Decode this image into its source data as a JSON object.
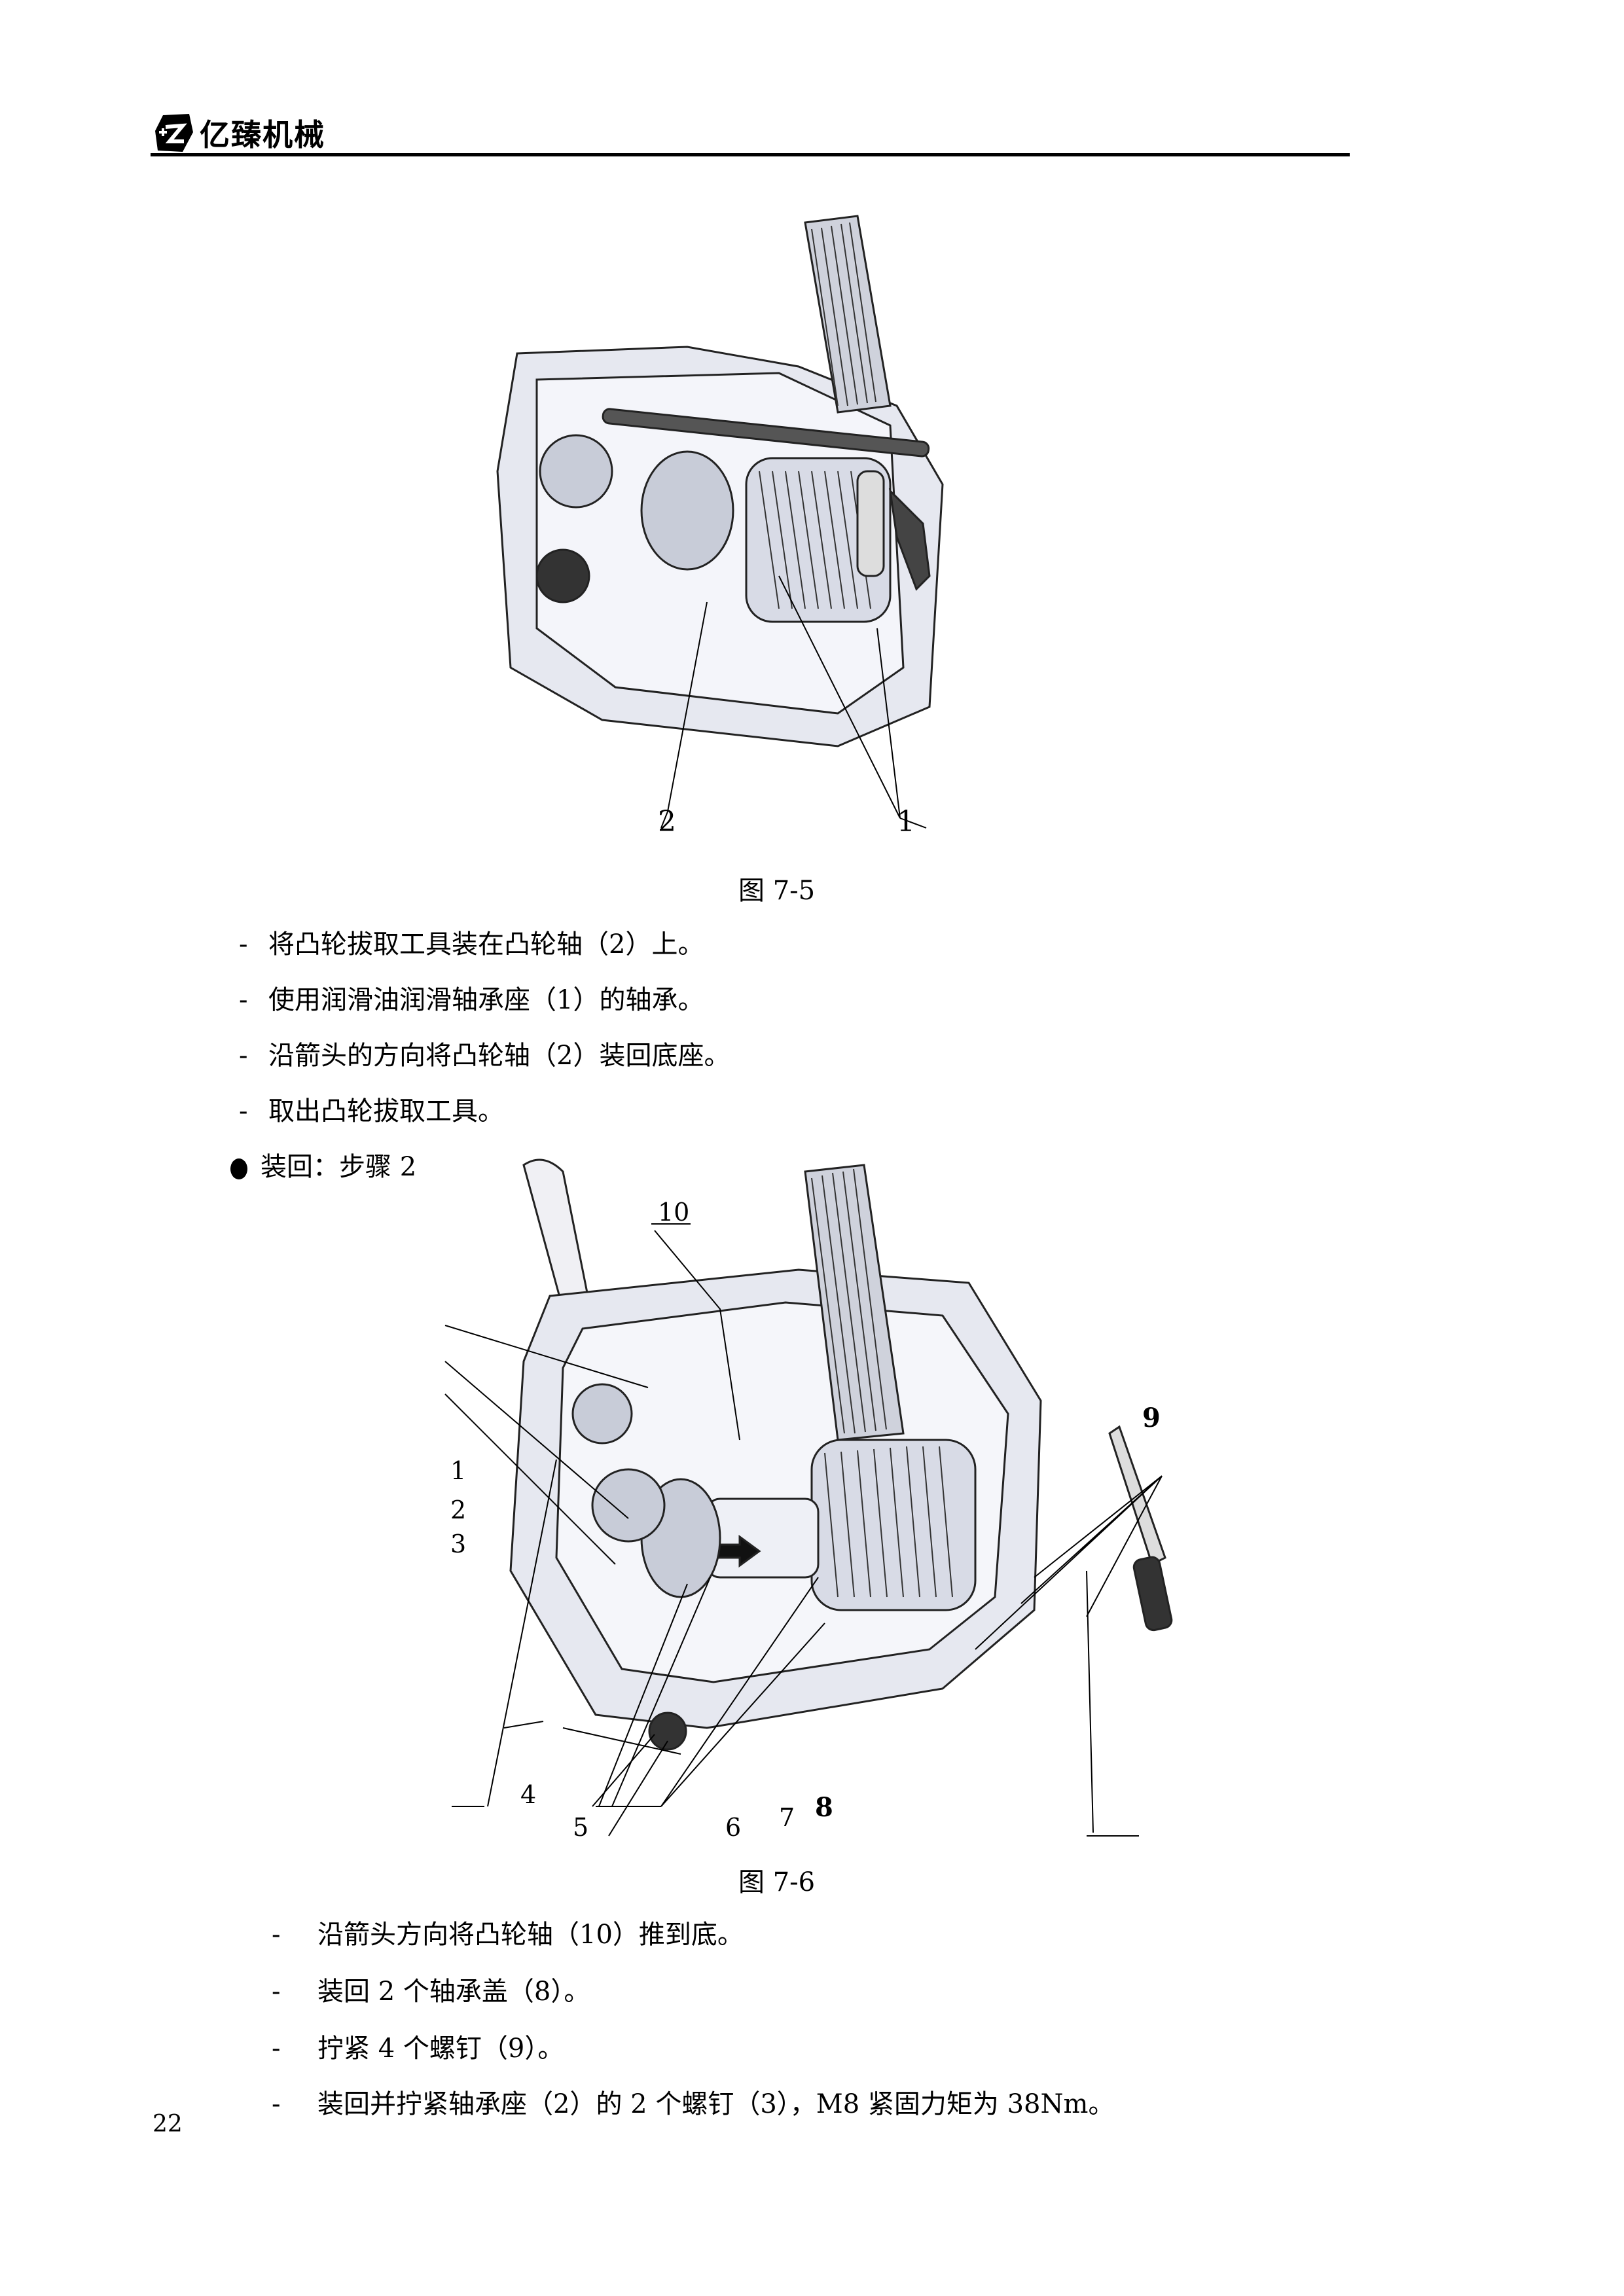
{
  "header": {
    "brand": "亿臻机械",
    "logo_text": "YZ"
  },
  "figure1": {
    "caption": "图 7-5",
    "callouts": [
      "2",
      "1"
    ]
  },
  "steps1": [
    {
      "dash": "-",
      "text": "将凸轮拔取工具装在凸轮轴（2）上。"
    },
    {
      "dash": "-",
      "text": "使用润滑油润滑轴承座（1）的轴承。"
    },
    {
      "dash": "-",
      "text": "沿箭头的方向将凸轮轴（2）装回底座。"
    },
    {
      "dash": "-",
      "text": "取出凸轮拔取工具。"
    }
  ],
  "section2": {
    "title": "装回：步骤 2"
  },
  "figure2": {
    "caption": "图 7-6",
    "callouts": [
      "10",
      "1",
      "2",
      "3",
      "4",
      "5",
      "6",
      "7",
      "8",
      "9"
    ]
  },
  "steps2": [
    {
      "dash": "-",
      "text": "沿箭头方向将凸轮轴（10）推到底。"
    },
    {
      "dash": "-",
      "text": "装回 2 个轴承盖（8）。"
    },
    {
      "dash": "-",
      "text": "拧紧 4 个螺钉（9）。"
    },
    {
      "dash": "-",
      "text": "装回并拧紧轴承座（2）的 2 个螺钉（3），M8 紧固力矩为 38Nm。"
    }
  ],
  "footer": {
    "page_number": "22"
  }
}
